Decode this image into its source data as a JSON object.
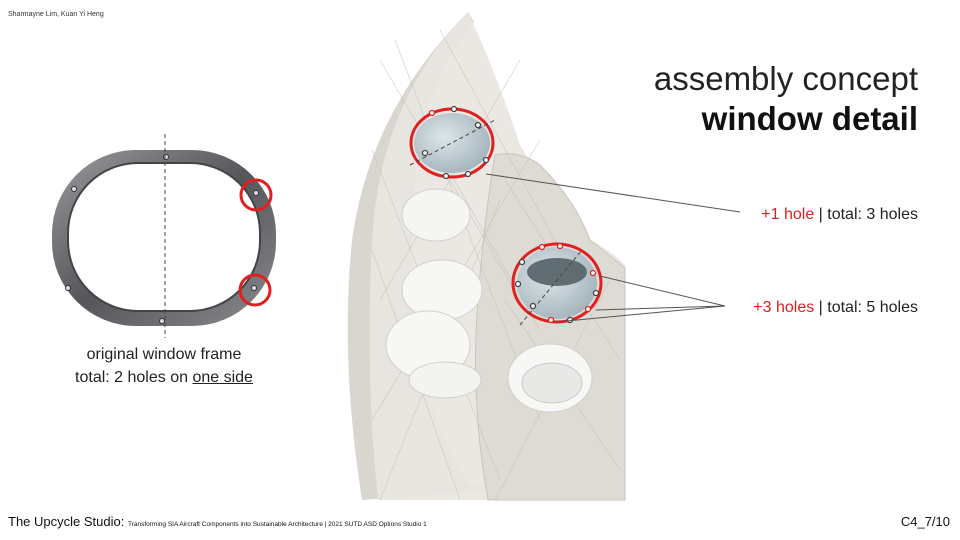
{
  "authors": "Sharmayne Lim, Kuan Yi Heng",
  "title": {
    "line1": "assembly concept",
    "line2": "window detail"
  },
  "frame_caption": {
    "line1": "original window frame",
    "line2_prefix": "total: 2 holes on ",
    "line2_underlined": "one side"
  },
  "annotations": [
    {
      "highlight": "+1 hole",
      "rest": " | total: 3 holes"
    },
    {
      "highlight": "+3 holes",
      "rest": " | total: 5 holes"
    }
  ],
  "footer": {
    "studio": "The Upcycle Studio:",
    "subtitle": "Transforming SIA Aircraft Components into Sustainable Architecture | 2021 SUTD ASD Options Studio 1",
    "page": "C4_7/10"
  },
  "colors": {
    "accent_red": "#e02020",
    "frame_metal": "#6e6f73",
    "panel_fill": "#d9d6d0"
  }
}
